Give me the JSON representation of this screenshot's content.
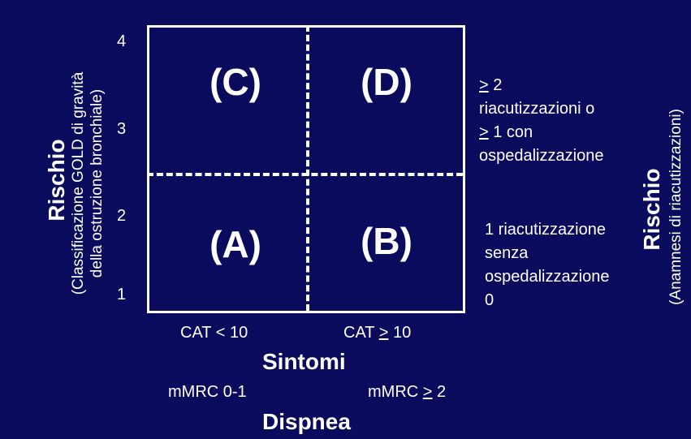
{
  "quadrants": {
    "c": "(C)",
    "d": "(D)",
    "a": "(A)",
    "b": "(B)"
  },
  "y_ticks": [
    "4",
    "3",
    "2",
    "1"
  ],
  "left_axis": {
    "title": "Rischio",
    "subtitle_line1": "(Classificazione GOLD di gravità",
    "subtitle_line2": "della ostruzione bronchiale)"
  },
  "right_axis": {
    "title": "Rischio",
    "subtitle": "(Anamnesi di riacutizzazioni)"
  },
  "right_upper": {
    "line1_symbol": ">",
    "line1_rest": " 2",
    "line2": "riacutizzazioni o",
    "line3_symbol": ">",
    "line3_rest": " 1 con",
    "line4": "ospedalizzazione"
  },
  "right_lower": {
    "line1": "1 riacutizzazione",
    "line2": "senza",
    "line3": "ospedalizzazione",
    "line4": "0"
  },
  "x_labels": {
    "cat_low": "CAT < 10",
    "cat_high_prefix": "CAT ",
    "cat_high_symbol": ">",
    "cat_high_rest": " 10",
    "sintomi": "Sintomi",
    "mmrc_low": "mMRC 0-1",
    "mmrc_high_prefix": "mMRC ",
    "mmrc_high_symbol": ">",
    "mmrc_high_rest": " 2",
    "dispnea": "Dispnea"
  }
}
